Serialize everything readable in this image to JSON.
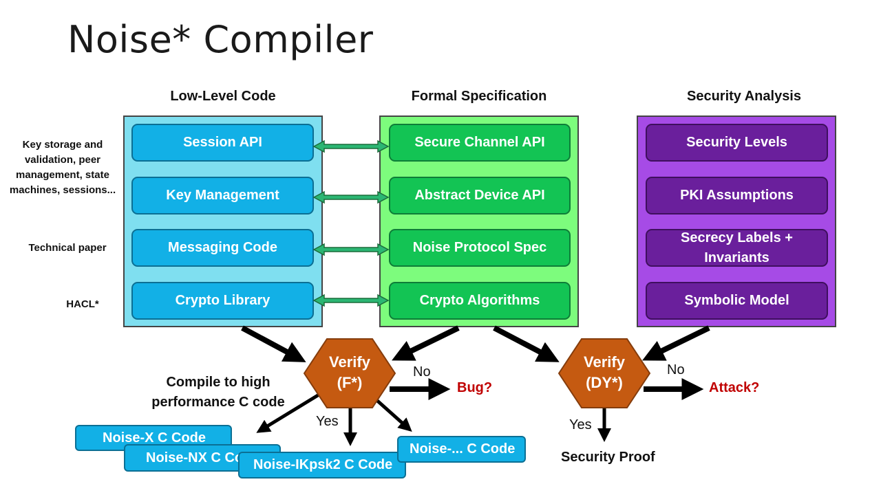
{
  "slide": {
    "title": "Noise* Compiler",
    "columns": {
      "low_level": "Low-Level Code",
      "formal": "Formal Specification",
      "security": "Security Analysis"
    },
    "low_level_items": [
      "Session API",
      "Key Management",
      "Messaging Code",
      "Crypto Library"
    ],
    "formal_items": [
      "Secure Channel API",
      "Abstract Device API",
      "Noise Protocol Spec",
      "Crypto Algorithms"
    ],
    "security_items": [
      "Security Levels",
      "PKI Assumptions",
      "Secrecy Labels + Invariants",
      "Symbolic Model"
    ],
    "side_notes": {
      "session": "Key storage and validation, peer management, state machines, sessions...",
      "messaging": "Technical paper",
      "crypto": "HACL*"
    },
    "verify_fstar": {
      "line1": "Verify",
      "line2": "(F*)"
    },
    "verify_dy": {
      "line1": "Verify",
      "line2": "(DY*)"
    },
    "labels": {
      "compile": "Compile to high performance C code",
      "no1": "No",
      "bug": "Bug?",
      "yes1": "Yes",
      "no2": "No",
      "attack": "Attack?",
      "yes2": "Yes",
      "security_proof": "Security Proof"
    },
    "outputs": [
      "Noise-X C Code",
      "Noise-NX C Code",
      "Noise-IKpsk2 C Code",
      "Noise-... C Code"
    ],
    "colors": {
      "low_level_panel": "#7fdff0",
      "formal_panel": "#7dfc7d",
      "security_panel": "#a64be6",
      "verify_hex": "#c55a11",
      "alert": "#c00000"
    }
  }
}
